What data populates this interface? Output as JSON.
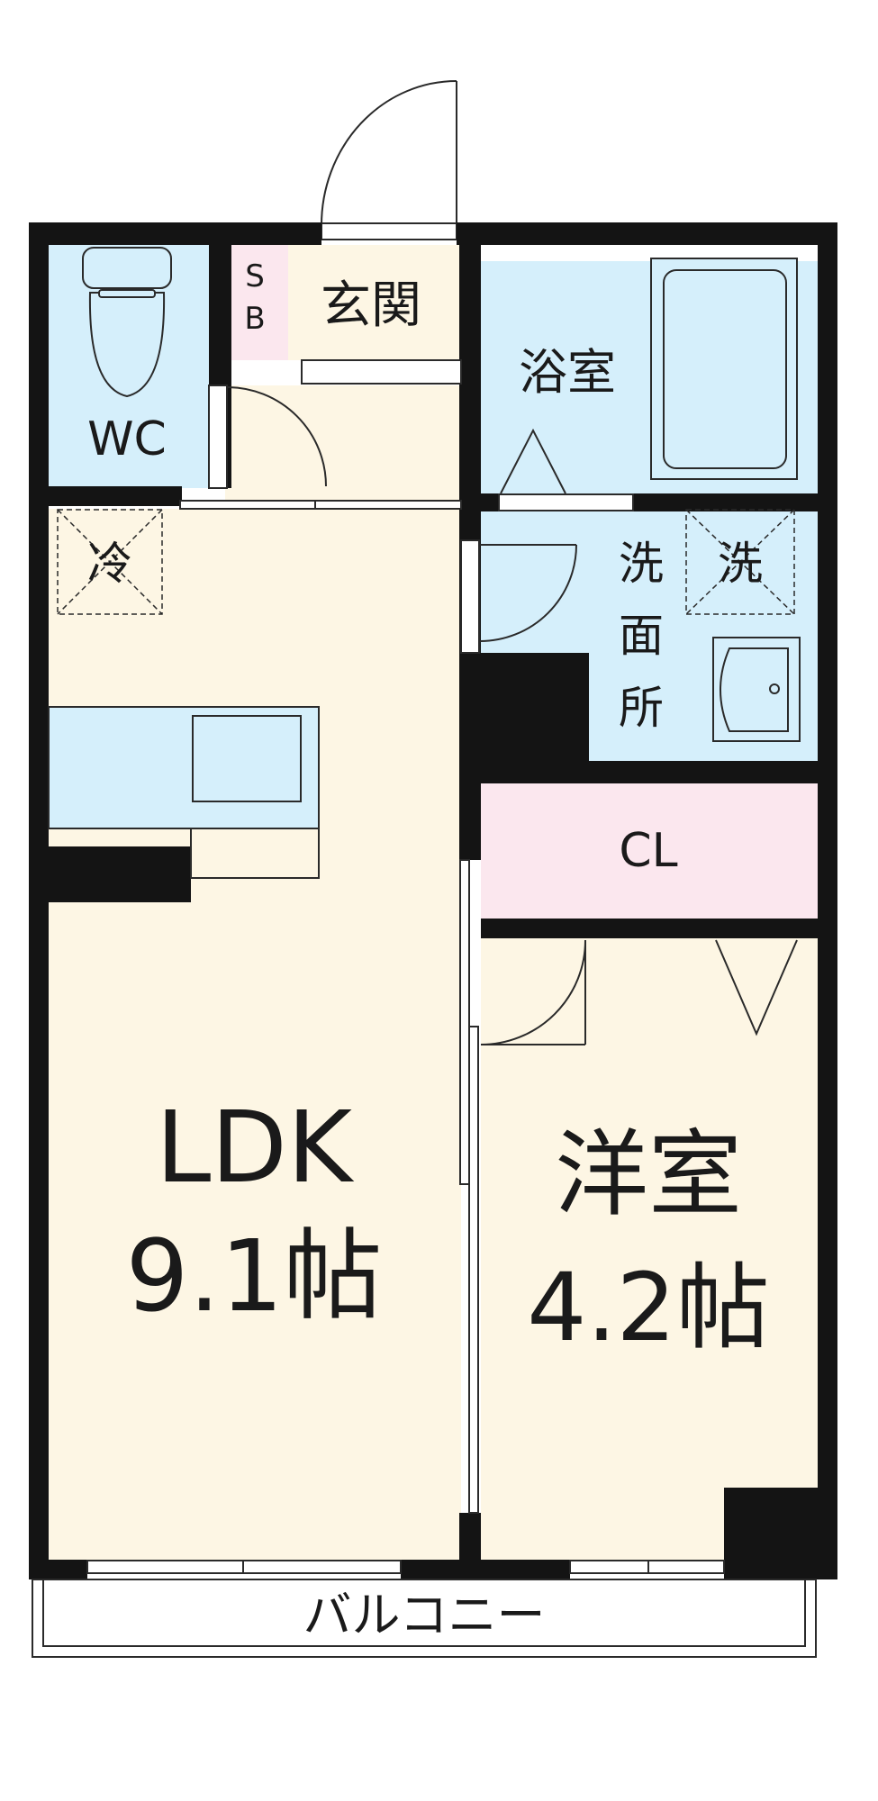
{
  "colors": {
    "wall": "#141414",
    "floor_wood": "#fdf6e4",
    "water_area": "#d5effb",
    "storage": "#fbe7ee",
    "outline": "#2a2a2a"
  },
  "rooms": {
    "wc": "WC",
    "sb_s": "S",
    "sb_b": "B",
    "genkan": "玄関",
    "bath": "浴室",
    "fridge": "冷",
    "washroom_1": "洗",
    "washroom_2": "面",
    "washroom_3": "所",
    "washer": "洗",
    "closet": "CL",
    "ldk_name": "LDK",
    "ldk_size": "9.1帖",
    "western_name": "洋室",
    "western_size": "4.2帖",
    "balcony": "バルコニー"
  },
  "icons": [
    "toilet-icon",
    "bathtub-icon",
    "washbasin-icon",
    "kitchen-sink-icon",
    "door-swing-icon"
  ]
}
